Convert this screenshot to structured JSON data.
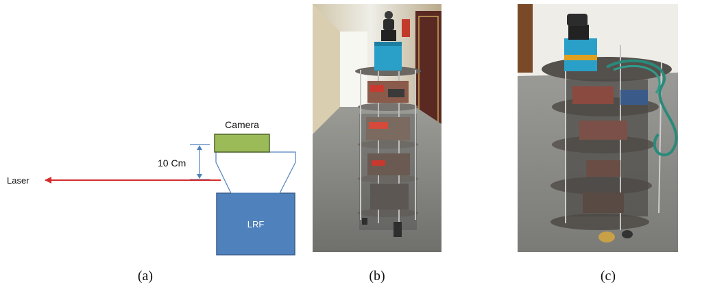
{
  "diagram": {
    "camera_label": "Camera",
    "lrf_label": "LRF",
    "laser_label": "Laser",
    "distance_label": "10 Cm"
  },
  "captions": {
    "a": "(a)",
    "b": "(b)",
    "c": "(c)"
  },
  "colors": {
    "camera_fill": "#9bbb59",
    "camera_stroke": "#4f6228",
    "lrf_fill": "#4f81bd",
    "lrf_stroke": "#385d8a",
    "mount_stroke": "#4f81bd",
    "laser": "#d52b2b",
    "dimension": "#4f81bd",
    "sensor_blue": "#2a9fc8",
    "sensor_black": "#222222"
  }
}
